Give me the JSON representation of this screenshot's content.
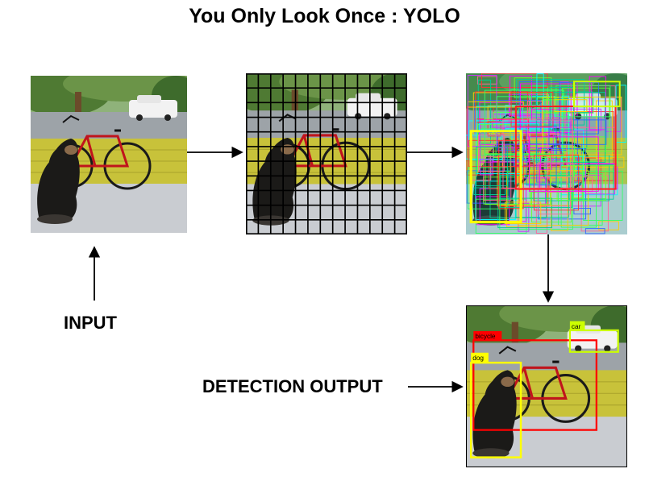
{
  "title": "You Only Look Once : YOLO",
  "labels": {
    "input": "INPUT",
    "detection_output": "DETECTION OUTPUT"
  },
  "detections": [
    {
      "class": "bicycle",
      "color": "#ff0000"
    },
    {
      "class": "car",
      "color": "#ccff00"
    },
    {
      "class": "dog",
      "color": "#ffff00"
    }
  ],
  "grid": {
    "rows": 11,
    "cols": 13
  },
  "colors": {
    "sky": "#8fb27a",
    "foliage": "#4f7a33",
    "road": "#9da3a8",
    "wall": "#c8c23a",
    "porch": "#c9ccd1",
    "dog": "#1b1a18",
    "bike_frame": "#c0141c"
  }
}
